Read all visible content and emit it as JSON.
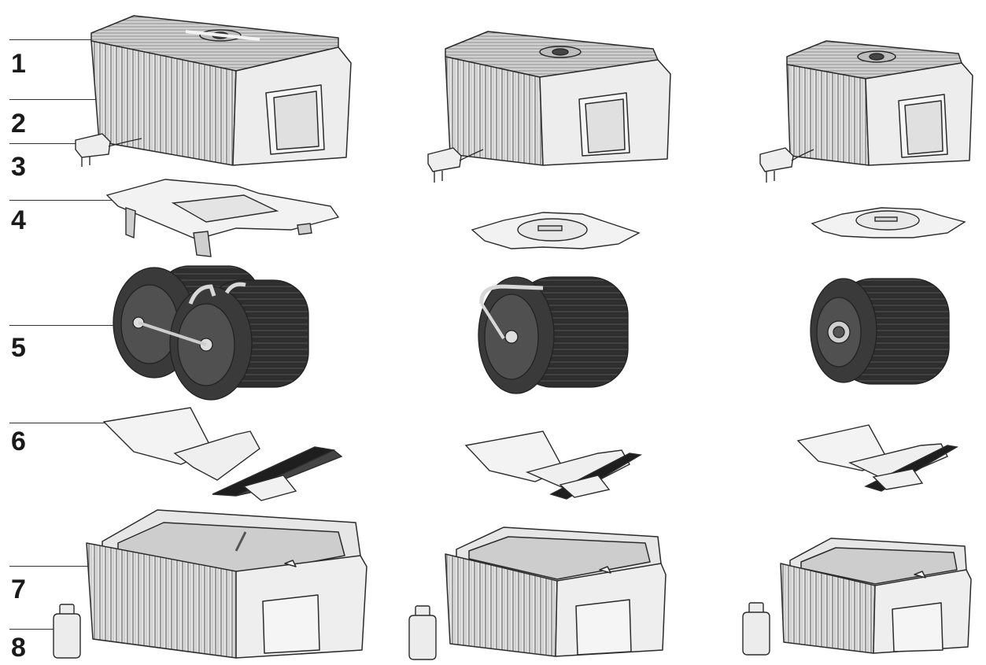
{
  "callouts": [
    {
      "number": "1",
      "part": "top-housing"
    },
    {
      "number": "2",
      "part": "side-grille"
    },
    {
      "number": "3",
      "part": "power-adapter"
    },
    {
      "number": "4",
      "part": "cover-plate"
    },
    {
      "number": "5",
      "part": "disc-stack"
    },
    {
      "number": "6",
      "part": "float-tray"
    },
    {
      "number": "7",
      "part": "water-tank"
    },
    {
      "number": "8",
      "part": "hygiene-bottle"
    }
  ],
  "models": [
    {
      "id": "large",
      "rollers": 2
    },
    {
      "id": "medium",
      "rollers": 1
    },
    {
      "id": "small",
      "rollers": 1
    }
  ],
  "colors": {
    "line": "#2b2b2b",
    "body": "#ececec",
    "body_shade": "#d6d6d6",
    "grille": "#9a9a9a",
    "disc": "#333333",
    "dark_panel": "#1e1e1e"
  }
}
